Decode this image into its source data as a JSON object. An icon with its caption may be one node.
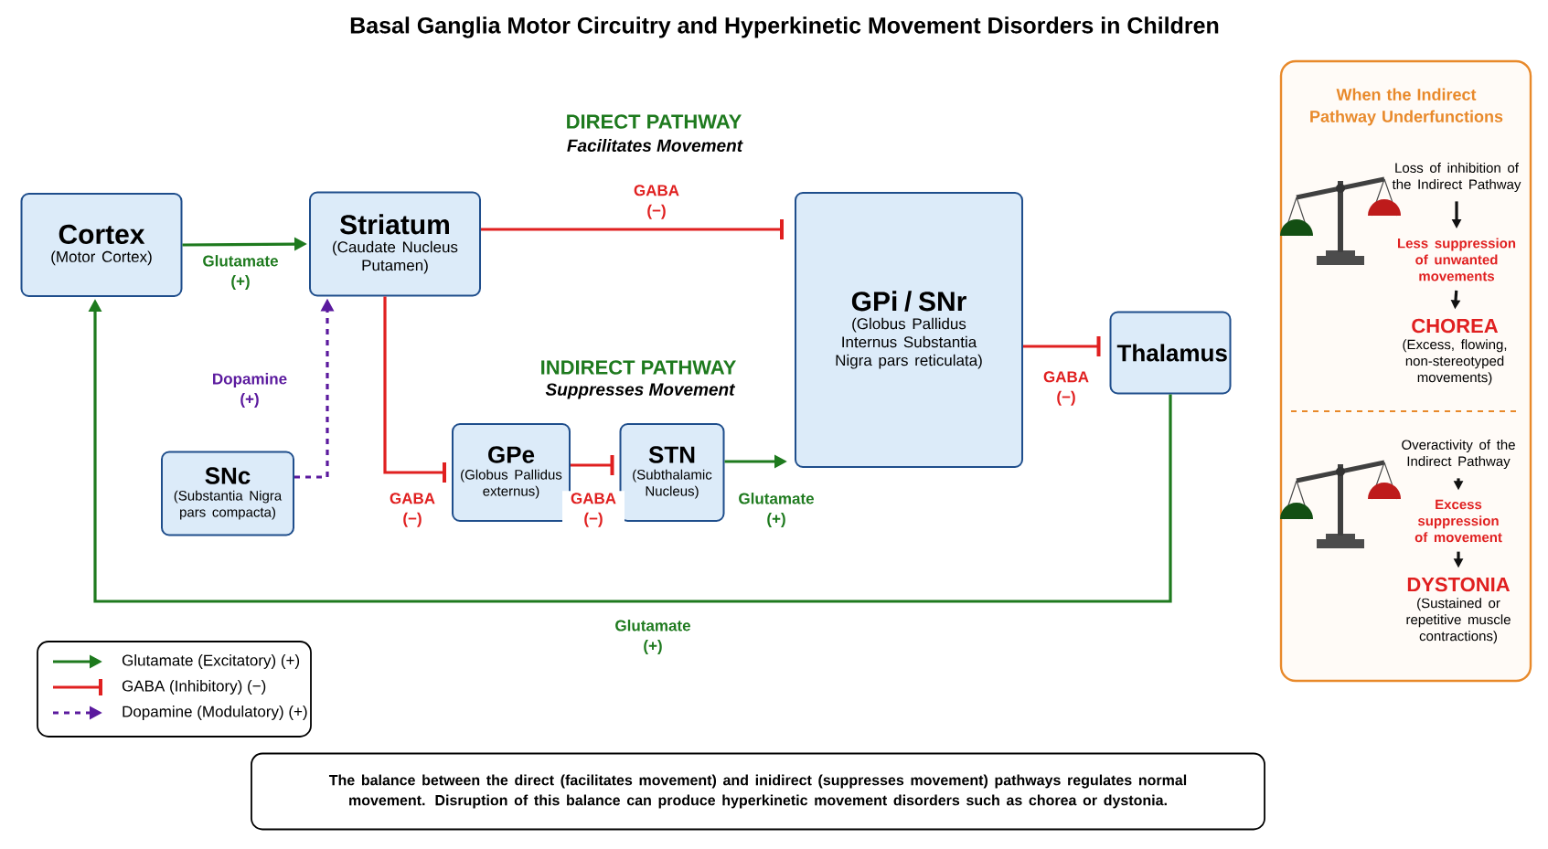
{
  "diagram": {
    "title": "Basal Ganglia Motor Circuitry and Hyperkinetic Movement Disorders in Children",
    "nodes": [
      {
        "text": [
          "Cortex",
          "(Motor Cortex)"
        ]
      },
      {
        "text": [
          "Striatum",
          "(Caudate Nucleus Putamen)"
        ]
      },
      {
        "text": [
          "GPi / SNr",
          "(Globus Pallidus Internus Substantia Nigra pars reticulata)"
        ]
      },
      {
        "text": [
          "Thalamus"
        ]
      },
      {
        "text": [
          "SNc",
          "(Substantia Nigra pars compacta)"
        ]
      },
      {
        "text": [
          "GPe",
          "(Globus Pallidus externus)"
        ]
      },
      {
        "text": [
          "STN",
          "(Subthalamic Nucleus)"
        ]
      },
      {
        "text": [
          "When the Indirect Pathway Underfunctions"
        ]
      },
      {
        "text": [
          "Loss of inhibition of the Indirect Pathway"
        ],
        "in": 7
      },
      {
        "text": [
          "Less suppression of unwanted movements"
        ],
        "in": 7
      },
      {
        "text": [
          "CHOREA",
          "(Excess, flowing, non-stereotyped movements)"
        ],
        "in": 7
      },
      {
        "text": [
          "Overactivity of the Indirect Pathway"
        ],
        "in": 7
      },
      {
        "text": [
          "Excess suppression of movement"
        ],
        "in": 7
      },
      {
        "text": [
          "DYSTONIA",
          "(Sustained or repetitive muscle contractions)"
        ],
        "in": 7
      },
      {
        "text": [
          "The balance between the direct (facilitates movement) and inidirect (suppresses movement) pathways regulates normal movement. Disruption of this balance can produce hyperkinetic movement disorders such as chorea or dystonia."
        ]
      }
    ],
    "edges": [
      {
        "from": 0,
        "to": 1,
        "arrow": "to",
        "label": "Glutamate (+)",
        "color": "#1e7a1e"
      },
      {
        "from": 1,
        "to": 2,
        "arrow": "other",
        "label": "GABA (−)",
        "color": "#e02020"
      },
      {
        "from": 1,
        "to": 5,
        "arrow": "other",
        "label": "GABA (−)",
        "color": "#e02020"
      },
      {
        "from": 5,
        "to": 6,
        "arrow": "other",
        "label": "GABA (−)",
        "color": "#e02020"
      },
      {
        "from": 6,
        "to": 2,
        "arrow": "to",
        "label": "Glutamate (+)",
        "color": "#1e7a1e"
      },
      {
        "from": 2,
        "to": 3,
        "arrow": "other",
        "label": "GABA (−)",
        "color": "#e02020"
      },
      {
        "from": 3,
        "to": 0,
        "arrow": "to",
        "label": "Glutamate (+)",
        "color": "#1e7a1e"
      },
      {
        "from": 4,
        "to": 1,
        "arrow": "to",
        "label": "Dopamine (+)",
        "color": "#5b1a9e",
        "style": "dashed"
      },
      {
        "from": 8,
        "to": 9,
        "arrow": "to",
        "color": "#111111"
      },
      {
        "from": 9,
        "to": 10,
        "arrow": "to",
        "color": "#111111"
      },
      {
        "from": 11,
        "to": 12,
        "arrow": "to",
        "color": "#111111"
      },
      {
        "from": 12,
        "to": 13,
        "arrow": "to",
        "color": "#111111"
      }
    ],
    "labels": [
      "DIRECT PATHWAY",
      "Facilitates Movement",
      "INDIRECT PATHWAY",
      "Suppresses Movement"
    ],
    "legend": [
      {
        "text": "Glutamate (Excitatory) (+)"
      },
      {
        "text": "GABA (Inhibitory) (−)"
      },
      {
        "text": "Dopamine (Modulatory) (+)"
      }
    ]
  }
}
